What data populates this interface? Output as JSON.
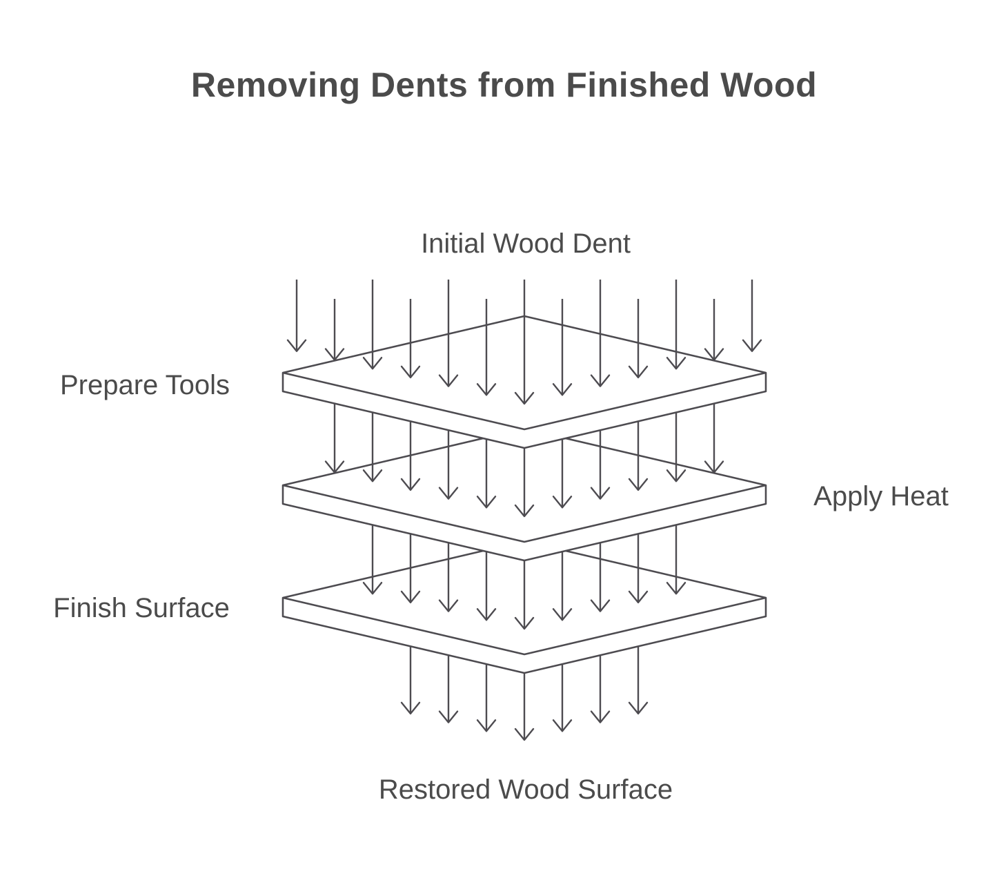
{
  "title": "Removing Dents from Finished Wood",
  "colors": {
    "line": "#4d4b50",
    "text": "#4b4b4b",
    "background": "#ffffff"
  },
  "diagram": {
    "type": "isometric-layered-flow",
    "entry_label": "Initial Wood Dent",
    "exit_label": "Restored Wood Surface",
    "layers": [
      {
        "label": "Prepare Tools",
        "label_side": "left"
      },
      {
        "label": "Apply Heat",
        "label_side": "right"
      },
      {
        "label": "Finish Surface",
        "label_side": "left"
      }
    ],
    "arrow_counts_per_stage": [
      13,
      11,
      9,
      7
    ]
  }
}
